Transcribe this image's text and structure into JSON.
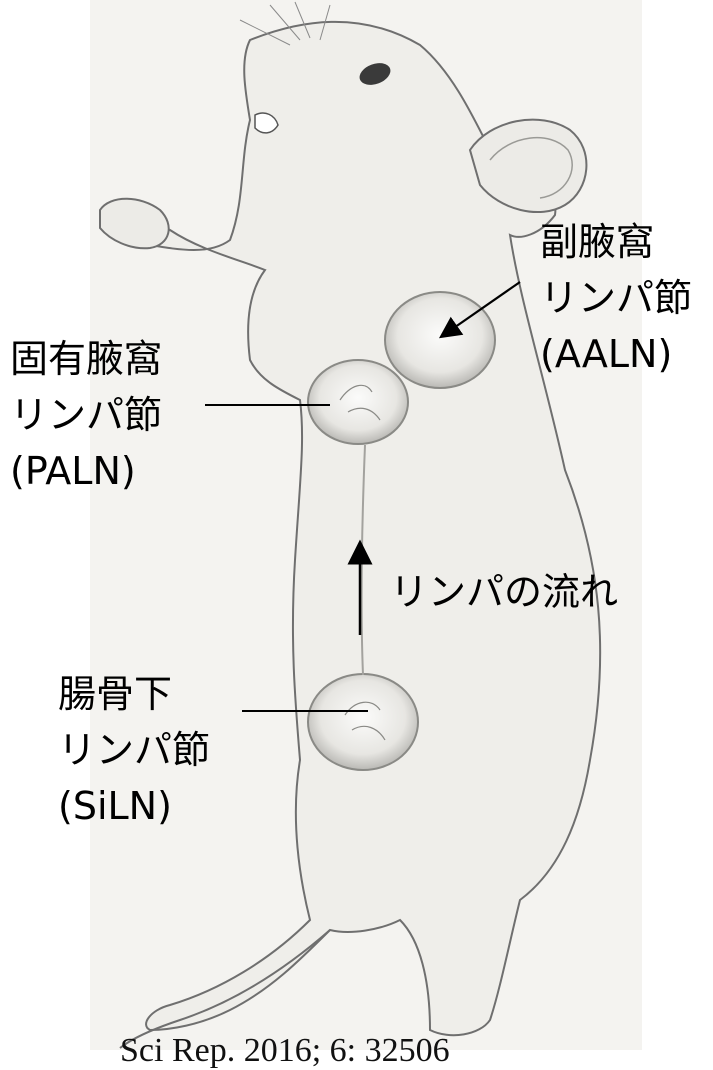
{
  "labels": {
    "aaln": {
      "line1": "副腋窩",
      "line2": "リンパ節",
      "line3": "(AALN)"
    },
    "paln": {
      "line1": "固有腋窩",
      "line2": "リンパ節",
      "line3": "(PALN)"
    },
    "siln": {
      "line1": "腸骨下",
      "line2": "リンパ節",
      "line3": "(SiLN)"
    },
    "lymph_flow": "リンパの流れ"
  },
  "citation": "Sci Rep. 2016; 6: 32506",
  "colors": {
    "paper": "#f4f3f0",
    "pencil": "#6f6f6f",
    "ink": "#000000"
  }
}
